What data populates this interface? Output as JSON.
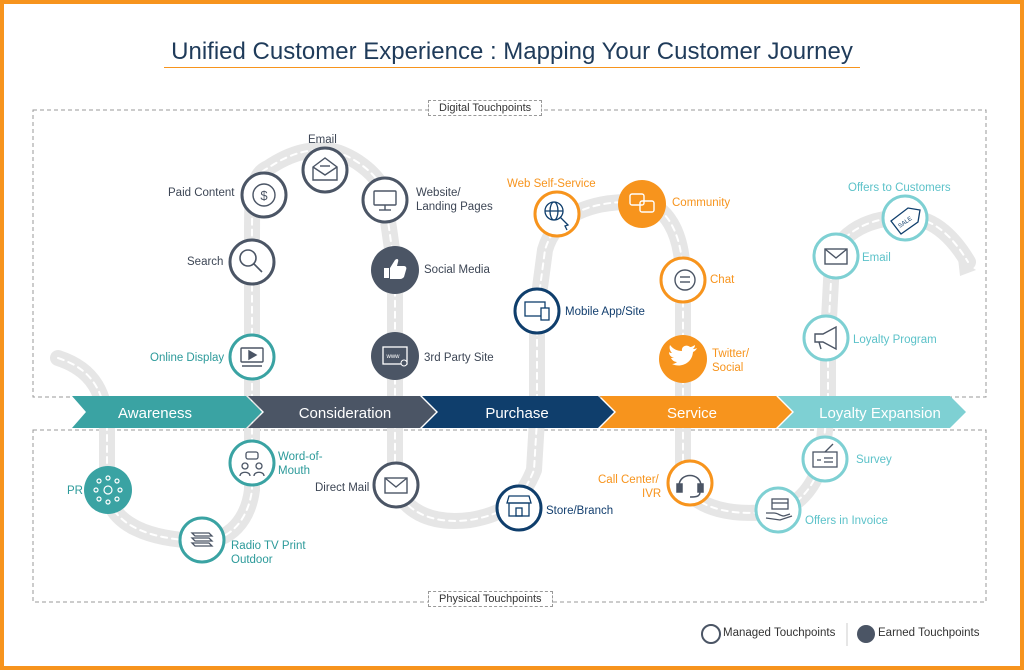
{
  "title": "Unified Customer Experience : Mapping Your Customer Journey",
  "zones": {
    "digital": "Digital Touchpoints",
    "physical": "Physical Touchpoints"
  },
  "stages": [
    "Awareness",
    "Consideration",
    "Purchase",
    "Service",
    "Loyalty Expansion"
  ],
  "touchpoints": {
    "email_top": "Email",
    "paid_content": "Paid Content",
    "website": "Website/",
    "landing": "Landing Pages",
    "search": "Search",
    "social_media": "Social Media",
    "online_display": "Online Display",
    "third_party": "3rd Party Site",
    "word_of": "Word-of-",
    "mouth": "Mouth",
    "pr": "PR",
    "direct_mail": "Direct Mail",
    "radio_1": "Radio TV Print",
    "radio_2": "Outdoor",
    "web_self_service": "Web Self-Service",
    "community": "Community",
    "chat": "Chat",
    "mobile_app": "Mobile App/Site",
    "twitter_1": "Twitter/",
    "twitter_2": "Social",
    "store_branch": "Store/Branch",
    "call_center_1": "Call Center/",
    "call_center_2": "IVR",
    "offers_to_customers": "Offers to Customers",
    "email_loyalty": "Email",
    "loyalty_program": "Loyalty Program",
    "survey": "Survey",
    "offers_in_invoice": "Offers in Invoice",
    "sale_badge": "SALE",
    "www_badge": "www"
  },
  "legend": {
    "managed": "Managed Touchpoints",
    "earned": "Earned Touchpoints"
  },
  "colors": {
    "awareness": "#3AA3A3",
    "consideration": "#4B5565",
    "purchase": "#0F3E6C",
    "service": "#F7941D",
    "loyalty": "#7ED0D3",
    "frame": "#F7941D"
  }
}
